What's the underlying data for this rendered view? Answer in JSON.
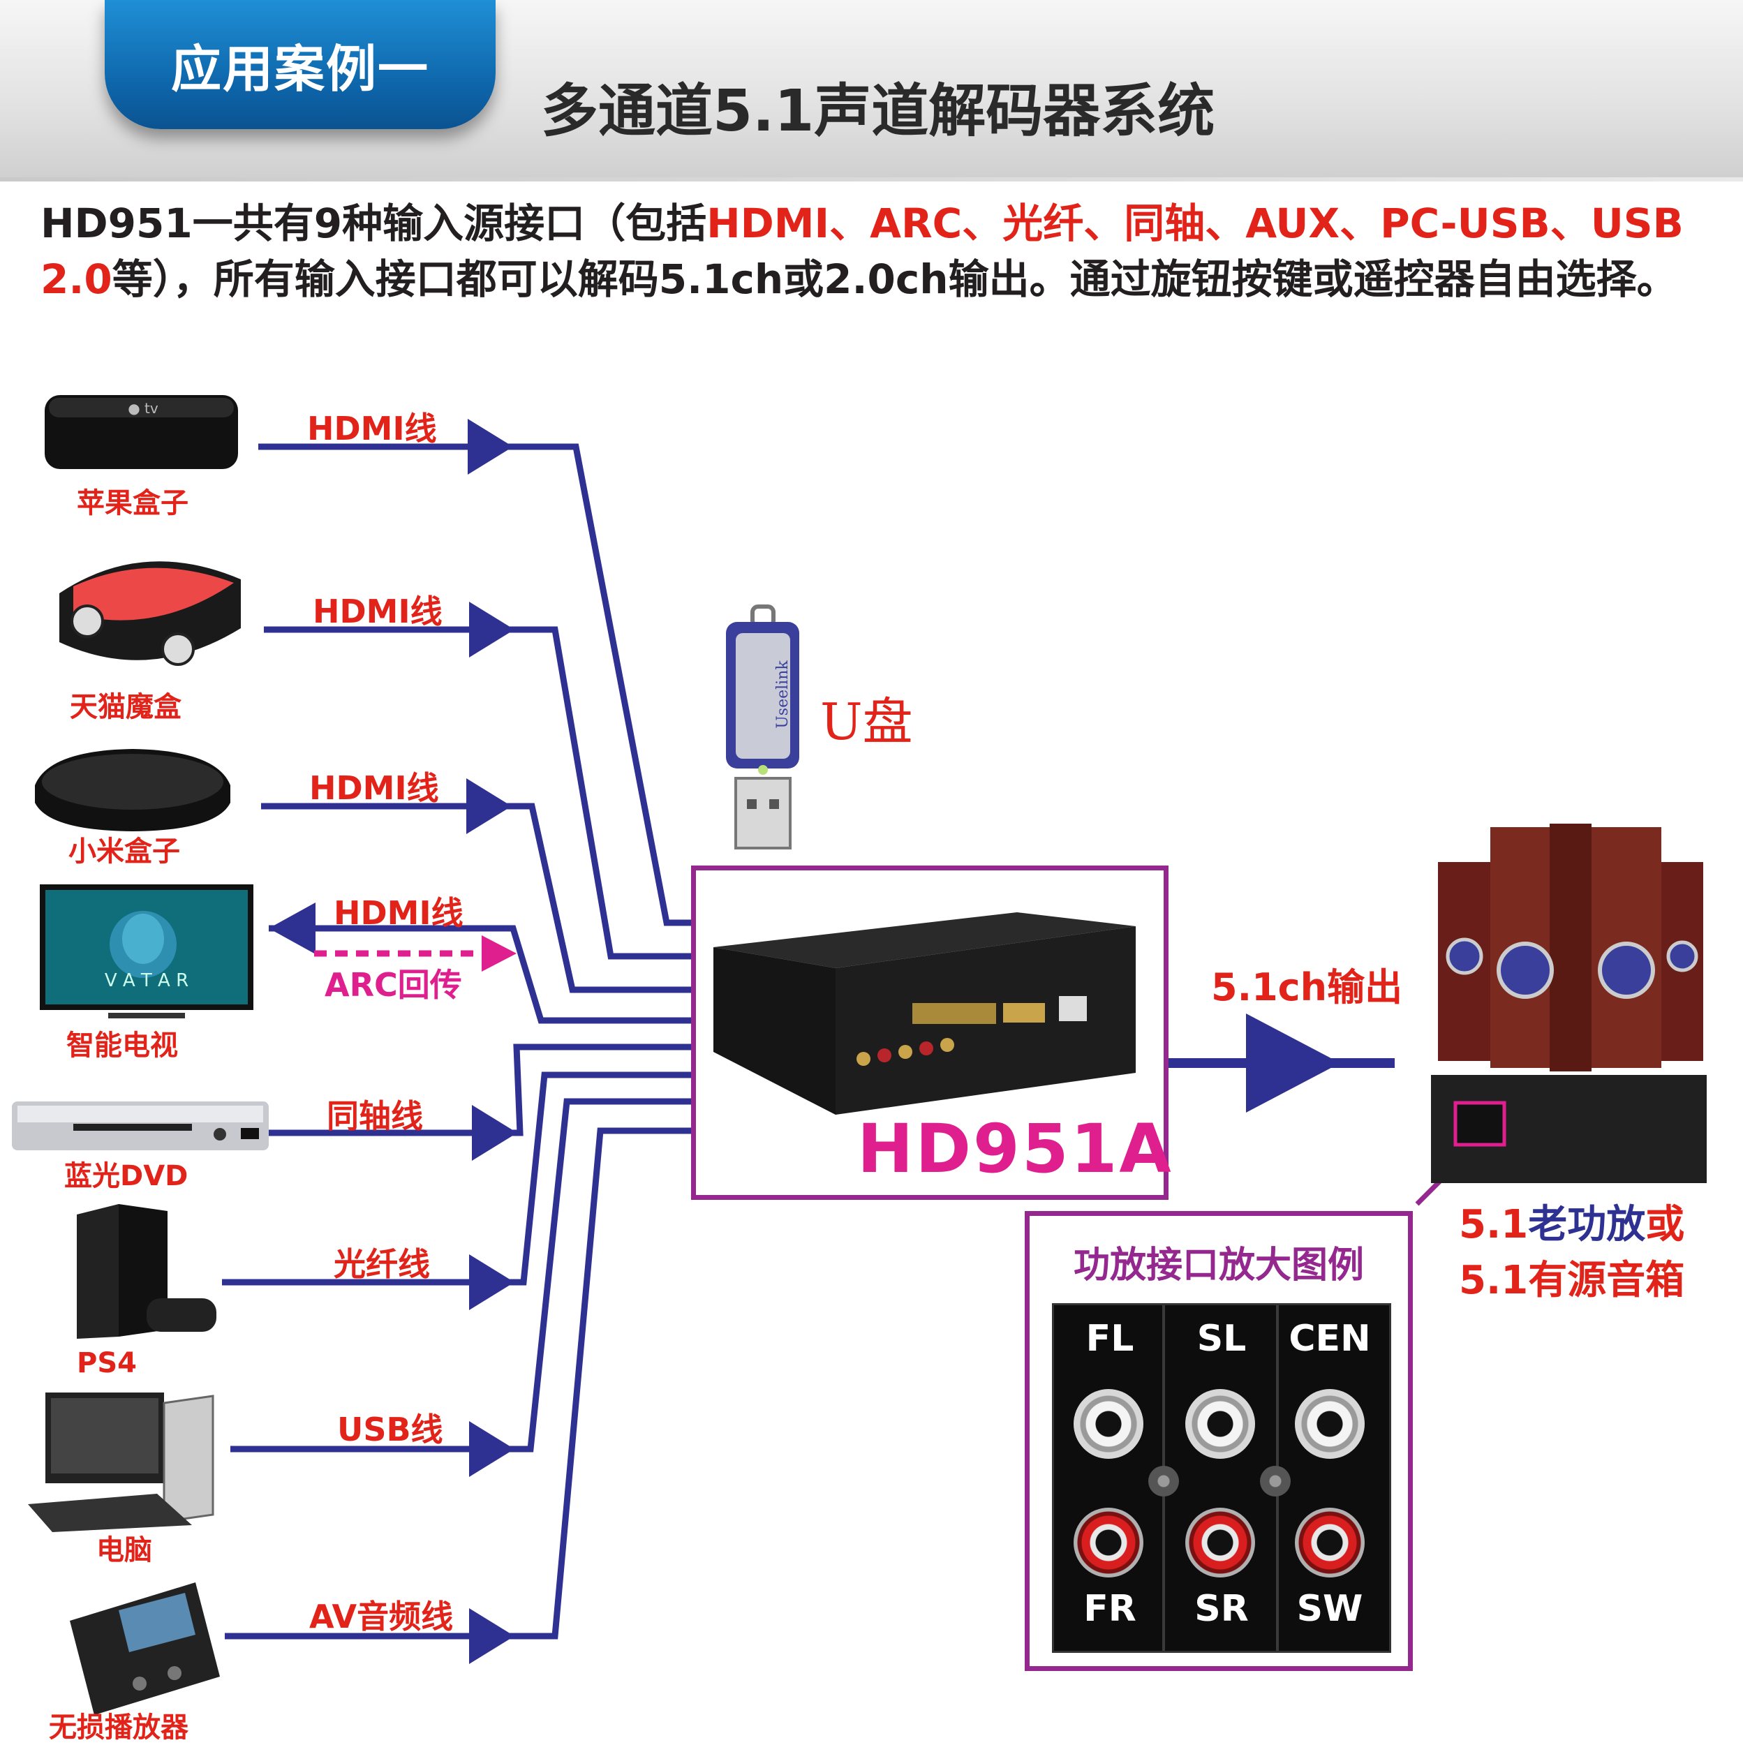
{
  "header": {
    "case_label": "应用案例一",
    "title": "多通道5.1声道解码器系统"
  },
  "intro": {
    "p1": "HD951一共有9种输入源接口（包括",
    "hl1": "HDMI、ARC、光纤、同轴、AUX、PC-USB、USB 2.0",
    "p2": "等），所有输入接口都可以解码5.1ch或2.0ch输出。通过旋钮按键或遥控器自由选择。"
  },
  "sources": [
    {
      "label": "苹果盒子",
      "cable": "HDMI线"
    },
    {
      "label": "天猫魔盒",
      "cable": "HDMI线"
    },
    {
      "label": "小米盒子",
      "cable": "HDMI线"
    },
    {
      "label": "智能电视",
      "cable": "HDMI线",
      "return": "ARC回传"
    },
    {
      "label": "蓝光DVD",
      "cable": "同轴线"
    },
    {
      "label": "PS4",
      "cable": "光纤线"
    },
    {
      "label": "电脑",
      "cable": "USB线"
    },
    {
      "label": "无损播放器",
      "cable": "AV音频线"
    }
  ],
  "usb_disk": {
    "label": "U盘",
    "brand": "Useelink"
  },
  "decoder": {
    "model": "HD951A"
  },
  "output": {
    "label": "5.1ch输出"
  },
  "amplifier": {
    "line1_a": "5.1",
    "line1_b": "老功放",
    "line1_c": "或",
    "line2": "5.1有源音箱"
  },
  "zoom": {
    "title": "功放接口放大图例",
    "top_labels": [
      "FL",
      "SL",
      "CEN"
    ],
    "bottom_labels": [
      "FR",
      "SR",
      "SW"
    ]
  },
  "colors": {
    "wire": "#2e3192",
    "label_red": "#e2231a",
    "arc_magenta": "#e01f8f",
    "frame_purple": "#94288f"
  }
}
